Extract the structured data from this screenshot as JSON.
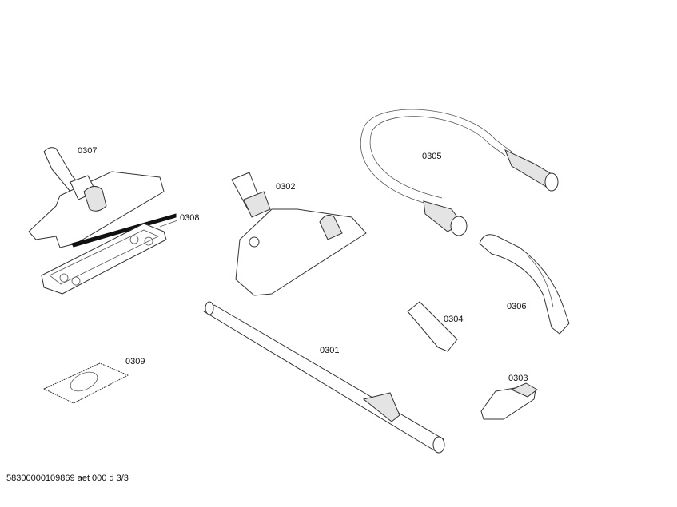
{
  "parts": [
    {
      "id": "0307",
      "label": "0307"
    },
    {
      "id": "0308",
      "label": "0308"
    },
    {
      "id": "0302",
      "label": "0302"
    },
    {
      "id": "0305",
      "label": "0305"
    },
    {
      "id": "0306",
      "label": "0306"
    },
    {
      "id": "0304",
      "label": "0304"
    },
    {
      "id": "0301",
      "label": "0301"
    },
    {
      "id": "0303",
      "label": "0303"
    },
    {
      "id": "0309",
      "label": "0309"
    }
  ],
  "footer": "58300000109869 aet 000 d 3/3"
}
